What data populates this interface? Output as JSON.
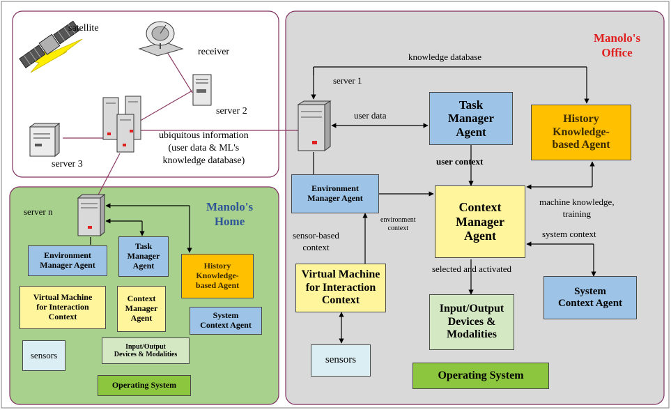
{
  "regions": {
    "internet": {
      "satellite": "satellite",
      "receiver": "receiver",
      "server2": "server 2",
      "server3": "server 3",
      "ubiquitous": "ubiquitous information\n(user data & ML's\nknowledge database)"
    },
    "home": {
      "title": "Manolo's\nHome",
      "server_n": "server n",
      "env_agent": "Environment\nManager Agent",
      "task_agent": "Task\nManager\nAgent",
      "history_agent": "History\nKnowledge-\nbased Agent",
      "vm": "Virtual Machine\nfor Interaction\nContext",
      "context_agent": "Context\nManager\nAgent",
      "system_agent": "System\nContext Agent",
      "sensors": "sensors",
      "io": "Input/Output\nDevices & Modalities",
      "os": "Operating System"
    },
    "office": {
      "title": "Manolo's\nOffice",
      "knowledge_db": "knowledge database",
      "server1": "server 1",
      "user_data": "user data",
      "task_agent": "Task\nManager\nAgent",
      "history_agent": "History\nKnowledge-\nbased Agent",
      "user_context": "user context",
      "env_agent": "Environment\nManager Agent",
      "env_context": "environment\ncontext",
      "context_agent": "Context\nManager\nAgent",
      "machine_knowledge": "machine knowledge,\ntraining",
      "system_context": "system context",
      "sensor_context": "sensor-based\ncontext",
      "vm": "Virtual Machine\nfor Interaction\nContext",
      "selected": "selected and activated",
      "io": "Input/Output\nDevices &\nModalities",
      "system_agent": "System\nContext Agent",
      "sensors": "sensors",
      "os": "Operating System"
    }
  },
  "colors": {
    "agent_blue": "#9dc3e6",
    "vm_yellow": "#fff59d",
    "history_orange": "#ffc000",
    "io_green": "#d5e8c4",
    "os_green": "#8cc63f",
    "home_bg": "#a9d18e",
    "office_bg": "#d9d9d9",
    "frame_border": "#7f2f5f",
    "home_title": "#2f5597",
    "office_title": "#e02020"
  }
}
